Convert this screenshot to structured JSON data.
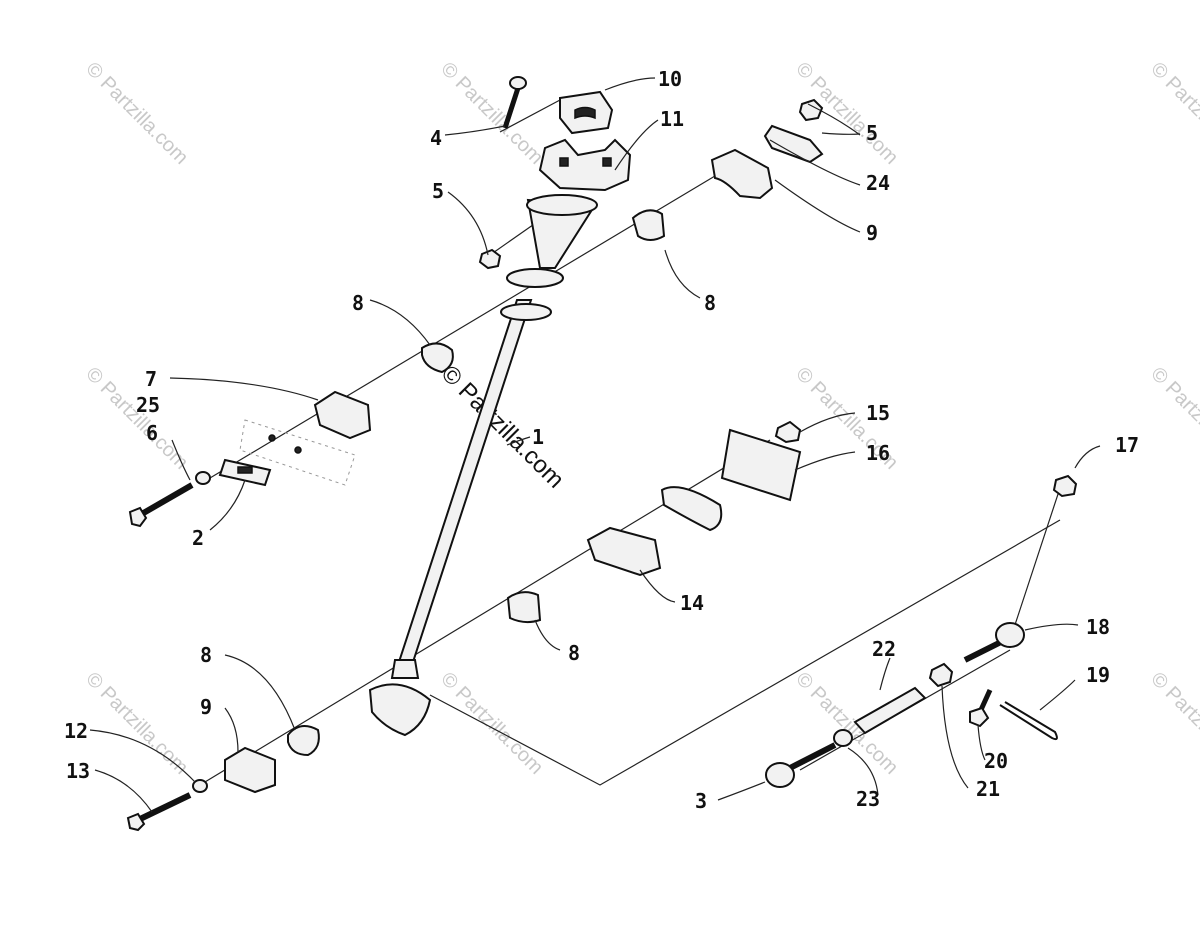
{
  "callouts": {
    "c1": "1",
    "c2": "2",
    "c3": "3",
    "c4": "4",
    "c5a": "5",
    "c5b": "5",
    "c6": "6",
    "c7": "7",
    "c8a": "8",
    "c8b": "8",
    "c8c": "8",
    "c8d": "8",
    "c9a": "9",
    "c9b": "9",
    "c10": "10",
    "c11": "11",
    "c12": "12",
    "c13": "13",
    "c14": "14",
    "c15": "15",
    "c16": "16",
    "c17": "17",
    "c18": "18",
    "c19": "19",
    "c20": "20",
    "c21": "21",
    "c22": "22",
    "c23": "23",
    "c24": "24",
    "c25": "25"
  },
  "watermark": {
    "text": "© Partzilla.com",
    "center_text": "© Partzilla.com"
  },
  "colors": {
    "ink": "#111111",
    "watermark": "#c8c8c8",
    "background": "#ffffff"
  }
}
